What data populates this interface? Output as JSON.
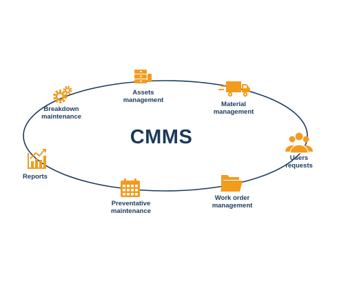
{
  "title": "CMMS",
  "colors": {
    "accent": "#f29b1d",
    "text": "#1b3a5b",
    "line": "#1b3a5b"
  },
  "nodes": [
    {
      "id": "assets",
      "label": "Assets\nmanagement",
      "icon": "filing-cabinet-icon"
    },
    {
      "id": "material",
      "label": "Material\nmanagement",
      "icon": "delivery-truck-icon"
    },
    {
      "id": "users",
      "label": "Users\nrequests",
      "icon": "users-group-icon"
    },
    {
      "id": "workorder",
      "label": "Work order\nmanagement",
      "icon": "folder-icon"
    },
    {
      "id": "preventative",
      "label": "Preventative\nmaintenance",
      "icon": "calendar-icon"
    },
    {
      "id": "reports",
      "label": "Reports",
      "icon": "bar-chart-icon"
    },
    {
      "id": "breakdown",
      "label": "Breakdown\nmaintenance",
      "icon": "gears-icon"
    }
  ]
}
